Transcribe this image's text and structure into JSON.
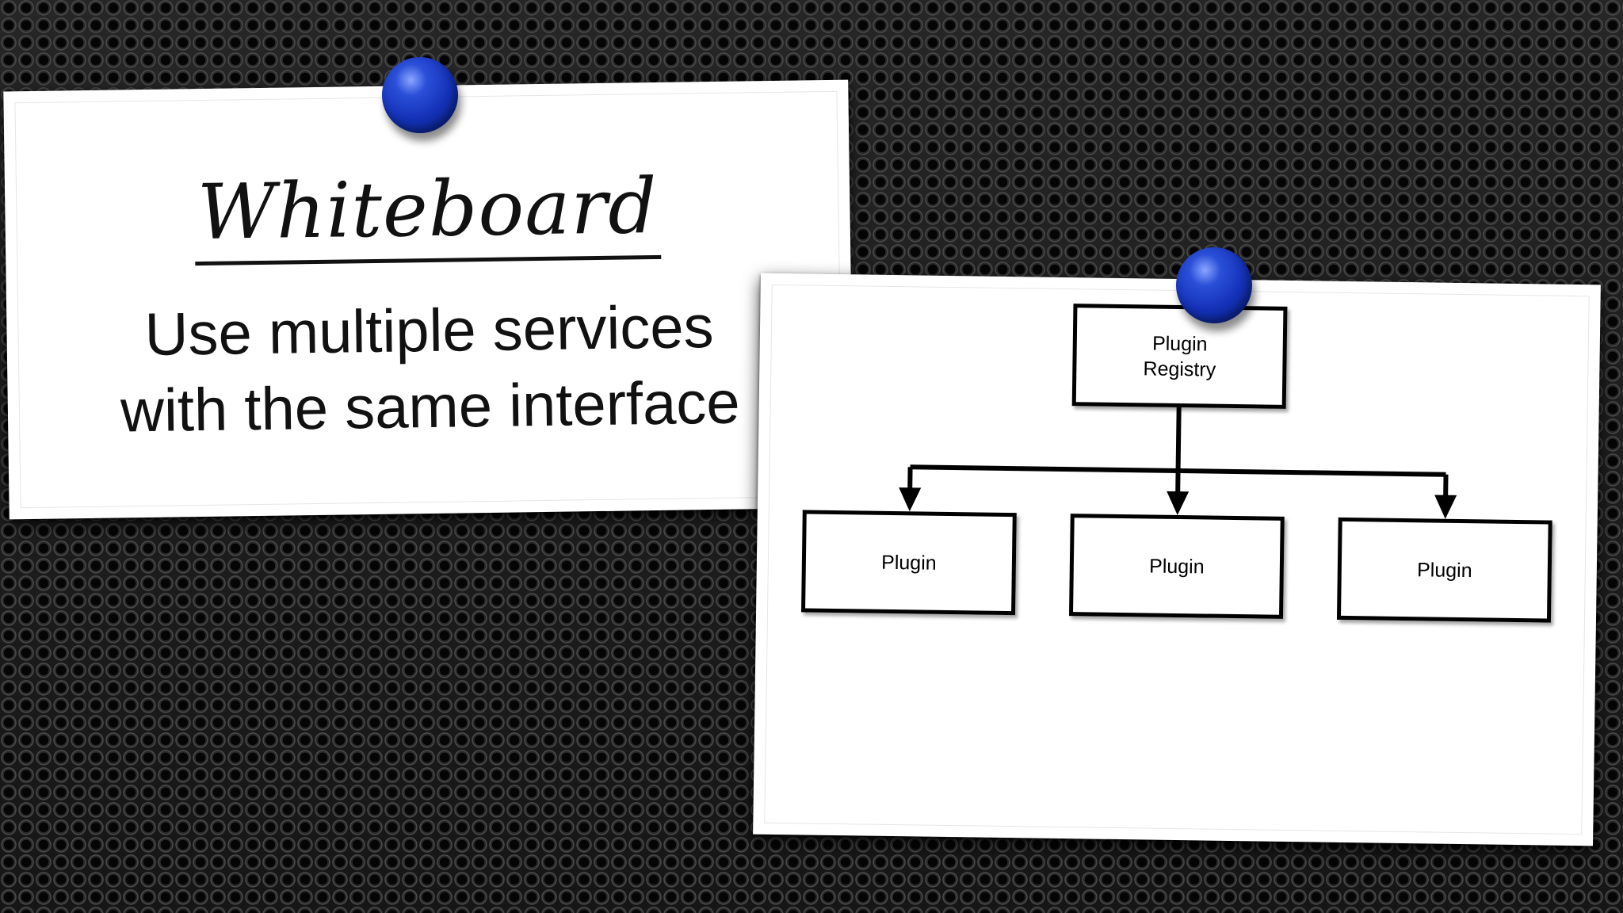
{
  "whiteboard_card": {
    "title": "Whiteboard",
    "subtitle_lines": [
      "Use multiple services",
      "with the same interface"
    ]
  },
  "diagram_card": {
    "root": {
      "lines": [
        "Plugin",
        "Registry"
      ]
    },
    "children": [
      "Plugin",
      "Plugin",
      "Plugin"
    ]
  },
  "colors": {
    "pin": "#1a3cc8",
    "card": "#ffffff",
    "ink": "#000000",
    "background": "#1b1b1b"
  },
  "icons": [
    "pushpin-icon",
    "arrow-down-icon"
  ]
}
